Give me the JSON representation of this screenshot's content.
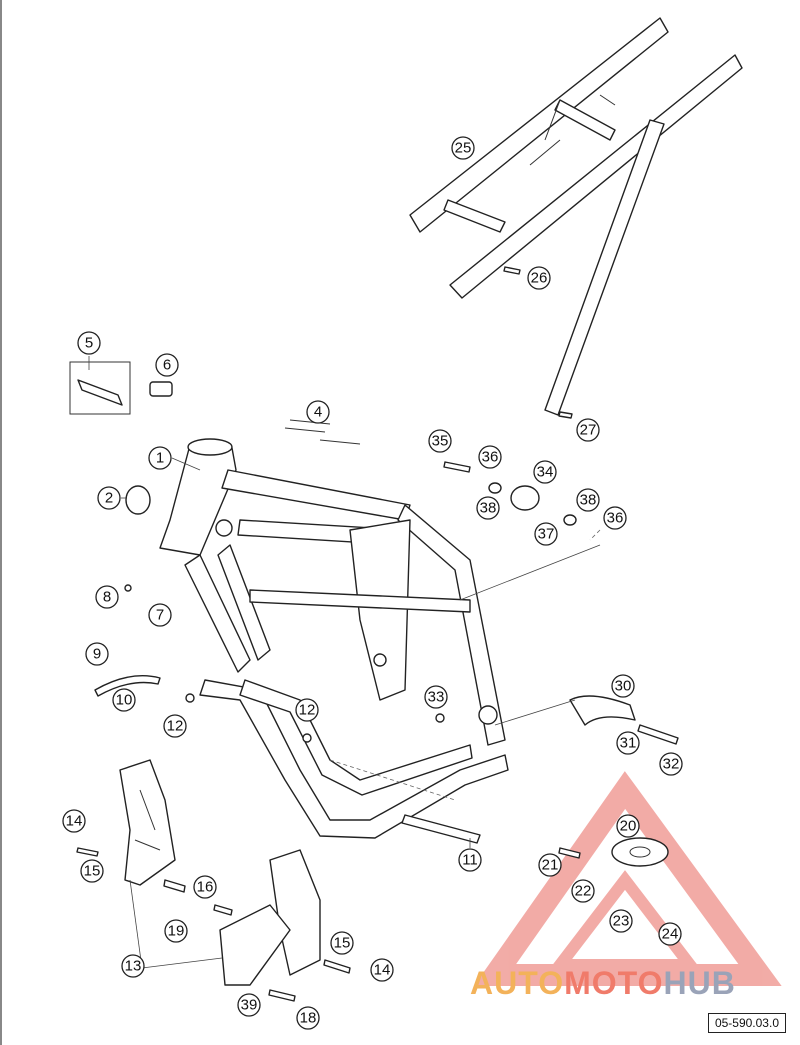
{
  "callouts": [
    {
      "id": "1",
      "label": "1"
    },
    {
      "id": "2",
      "label": "2"
    },
    {
      "id": "4",
      "label": "4"
    },
    {
      "id": "5",
      "label": "5"
    },
    {
      "id": "6",
      "label": "6"
    },
    {
      "id": "7",
      "label": "7"
    },
    {
      "id": "8",
      "label": "8"
    },
    {
      "id": "9",
      "label": "9"
    },
    {
      "id": "10",
      "label": "10"
    },
    {
      "id": "11",
      "label": "11"
    },
    {
      "id": "12a",
      "label": "12"
    },
    {
      "id": "12b",
      "label": "12"
    },
    {
      "id": "13",
      "label": "13"
    },
    {
      "id": "14a",
      "label": "14"
    },
    {
      "id": "14b",
      "label": "14"
    },
    {
      "id": "15a",
      "label": "15"
    },
    {
      "id": "15b",
      "label": "15"
    },
    {
      "id": "16",
      "label": "16"
    },
    {
      "id": "18",
      "label": "18"
    },
    {
      "id": "19",
      "label": "19"
    },
    {
      "id": "20",
      "label": "20"
    },
    {
      "id": "21",
      "label": "21"
    },
    {
      "id": "22",
      "label": "22"
    },
    {
      "id": "23",
      "label": "23"
    },
    {
      "id": "24",
      "label": "24"
    },
    {
      "id": "25",
      "label": "25"
    },
    {
      "id": "26",
      "label": "26"
    },
    {
      "id": "27",
      "label": "27"
    },
    {
      "id": "30",
      "label": "30"
    },
    {
      "id": "31",
      "label": "31"
    },
    {
      "id": "32",
      "label": "32"
    },
    {
      "id": "33",
      "label": "33"
    },
    {
      "id": "34",
      "label": "34"
    },
    {
      "id": "35",
      "label": "35"
    },
    {
      "id": "36a",
      "label": "36"
    },
    {
      "id": "36b",
      "label": "36"
    },
    {
      "id": "37",
      "label": "37"
    },
    {
      "id": "38a",
      "label": "38"
    },
    {
      "id": "38b",
      "label": "38"
    },
    {
      "id": "39",
      "label": "39"
    }
  ],
  "reference_code": "05-590.03.0",
  "watermark": {
    "part1": "AUTO",
    "part2": "MOTO",
    "part3": "HUB"
  },
  "colors": {
    "watermark_triangle": "#e8675f",
    "watermark_auto": "#f3b25a",
    "watermark_moto": "#f07b6a",
    "watermark_hub": "#9aa3b8",
    "line": "#222222"
  }
}
